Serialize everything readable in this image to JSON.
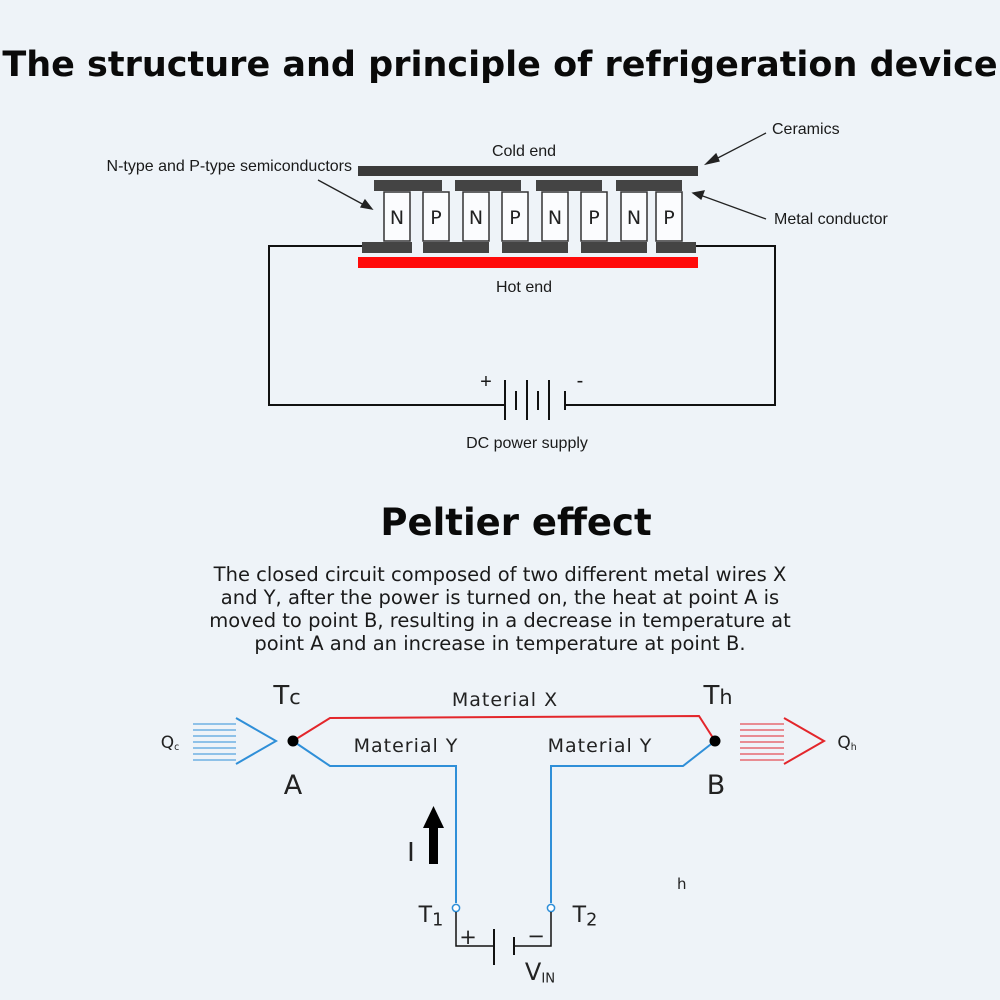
{
  "title": "The structure and principle of refrigeration device",
  "device": {
    "cold_end": "Cold end",
    "hot_end": "Hot end",
    "ceramics": "Ceramics",
    "metal_conductor": "Metal conductor",
    "semiconductors": "N-type and P-type semiconductors",
    "legs": [
      "N",
      "P",
      "N",
      "P",
      "N",
      "P",
      "N",
      "P"
    ],
    "power_supply": "DC power supply",
    "plus": "+",
    "minus": "-"
  },
  "peltier": {
    "title": "Peltier effect",
    "description": "The closed circuit composed of two different metal wires X and Y, after the power is turned on, the heat at point A is moved to point B, resulting in a decrease in temperature at point A and an increase in temperature at point B.",
    "tc": "Tc",
    "th": "Th",
    "material_x": "Material X",
    "material_y_left": "Material Y",
    "material_y_right": "Material Y",
    "qc": "Qc",
    "qh": "Qh",
    "point_a": "A",
    "point_b": "B",
    "current": "I",
    "t1": "T1",
    "t2": "T2",
    "plus": "+",
    "minus": "−",
    "vin": "VIN",
    "stray": "h"
  },
  "colors": {
    "cold_plate": "#3a3a3a",
    "hot_plate": "#ff0a0a",
    "hot_wire": "#e3262b",
    "cold_wire": "#2f8fd8"
  }
}
